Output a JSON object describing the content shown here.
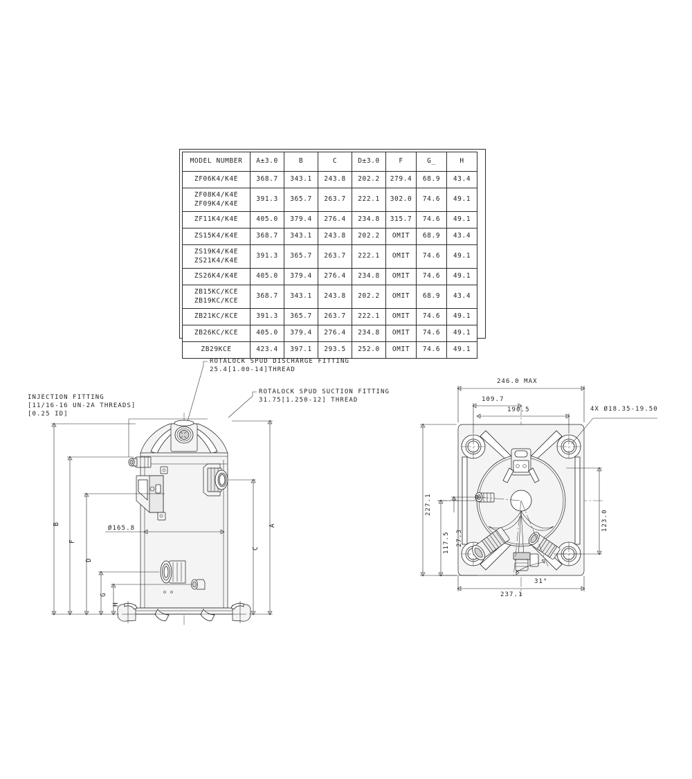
{
  "table": {
    "headers": [
      "MODEL NUMBER",
      "A±3.0",
      "B",
      "C",
      "D±3.0",
      "F",
      "G_",
      "H"
    ],
    "rows": [
      {
        "model": "ZF06K4/K4E",
        "A": "368.7",
        "B": "343.1",
        "C": "243.8",
        "D": "202.2",
        "F": "279.4",
        "G": "68.9",
        "H": "43.4"
      },
      {
        "model": "ZF08K4/K4E\nZF09K4/K4E",
        "A": "391.3",
        "B": "365.7",
        "C": "263.7",
        "D": "222.1",
        "F": "302.0",
        "G": "74.6",
        "H": "49.1"
      },
      {
        "model": "ZF11K4/K4E",
        "A": "405.0",
        "B": "379.4",
        "C": "276.4",
        "D": "234.8",
        "F": "315.7",
        "G": "74.6",
        "H": "49.1"
      },
      {
        "model": "ZS15K4/K4E",
        "A": "368.7",
        "B": "343.1",
        "C": "243.8",
        "D": "202.2",
        "F": "OMIT",
        "G": "68.9",
        "H": "43.4"
      },
      {
        "model": "ZS19K4/K4E\nZS21K4/K4E",
        "A": "391.3",
        "B": "365.7",
        "C": "263.7",
        "D": "222.1",
        "F": "OMIT",
        "G": "74.6",
        "H": "49.1"
      },
      {
        "model": "ZS26K4/K4E",
        "A": "405.0",
        "B": "379.4",
        "C": "276.4",
        "D": "234.8",
        "F": "OMIT",
        "G": "74.6",
        "H": "49.1"
      },
      {
        "model": "ZB15KC/KCE\nZB19KC/KCE",
        "A": "368.7",
        "B": "343.1",
        "C": "243.8",
        "D": "202.2",
        "F": "OMIT",
        "G": "68.9",
        "H": "43.4"
      },
      {
        "model": "ZB21KC/KCE",
        "A": "391.3",
        "B": "365.7",
        "C": "263.7",
        "D": "222.1",
        "F": "OMIT",
        "G": "74.6",
        "H": "49.1"
      },
      {
        "model": "ZB26KC/KCE",
        "A": "405.0",
        "B": "379.4",
        "C": "276.4",
        "D": "234.8",
        "F": "OMIT",
        "G": "74.6",
        "H": "49.1"
      },
      {
        "model": "ZB29KCE",
        "A": "423.4",
        "B": "397.1",
        "C": "293.5",
        "D": "252.0",
        "F": "OMIT",
        "G": "74.6",
        "H": "49.1"
      }
    ]
  },
  "side_view": {
    "callouts": {
      "discharge": "ROTALOCK SPUD DISCHARGE FITTING\n25.4[1.00-14]THREAD",
      "suction": "ROTALOCK SPUD SUCTION FITTING\n31.75[1.250-12] THREAD",
      "injection": "INJECTION FITTING\n[11/16-16 UN-2A THREADS]\n[0.25 ID]"
    },
    "dimensions": {
      "B": "B",
      "F": "F",
      "D": "D",
      "G": "G",
      "H": "H",
      "A": "A",
      "C": "C",
      "diameter": "Ø165.8"
    }
  },
  "top_view": {
    "dimensions": {
      "overall_width": "246.0 MAX",
      "bolt_width_1": "109.7",
      "bolt_width_2": "190.5",
      "height_total": "227.1",
      "height_117": "117.5",
      "height_27": "27.3",
      "height_123": "123.0",
      "width_237": "237.1",
      "angle": "31°",
      "hole_note": "4X Ø18.35-19.50"
    }
  },
  "colors": {
    "line": "#1f1f1f",
    "centerline": "#4a4a4a",
    "background": "#ffffff"
  }
}
